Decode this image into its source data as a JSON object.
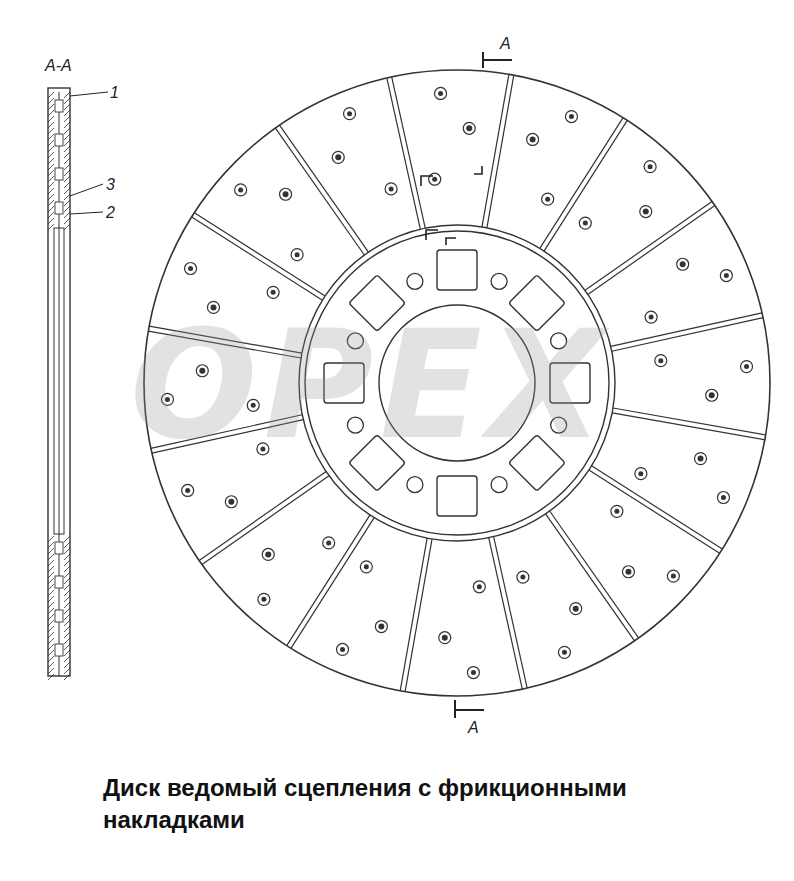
{
  "diagram": {
    "caption": "Диск ведомый сцепления с фрикционными накладками",
    "labels": [
      "A-A",
      "1",
      "3",
      "2",
      "A",
      "A",
      "OPEX"
    ]
  }
}
